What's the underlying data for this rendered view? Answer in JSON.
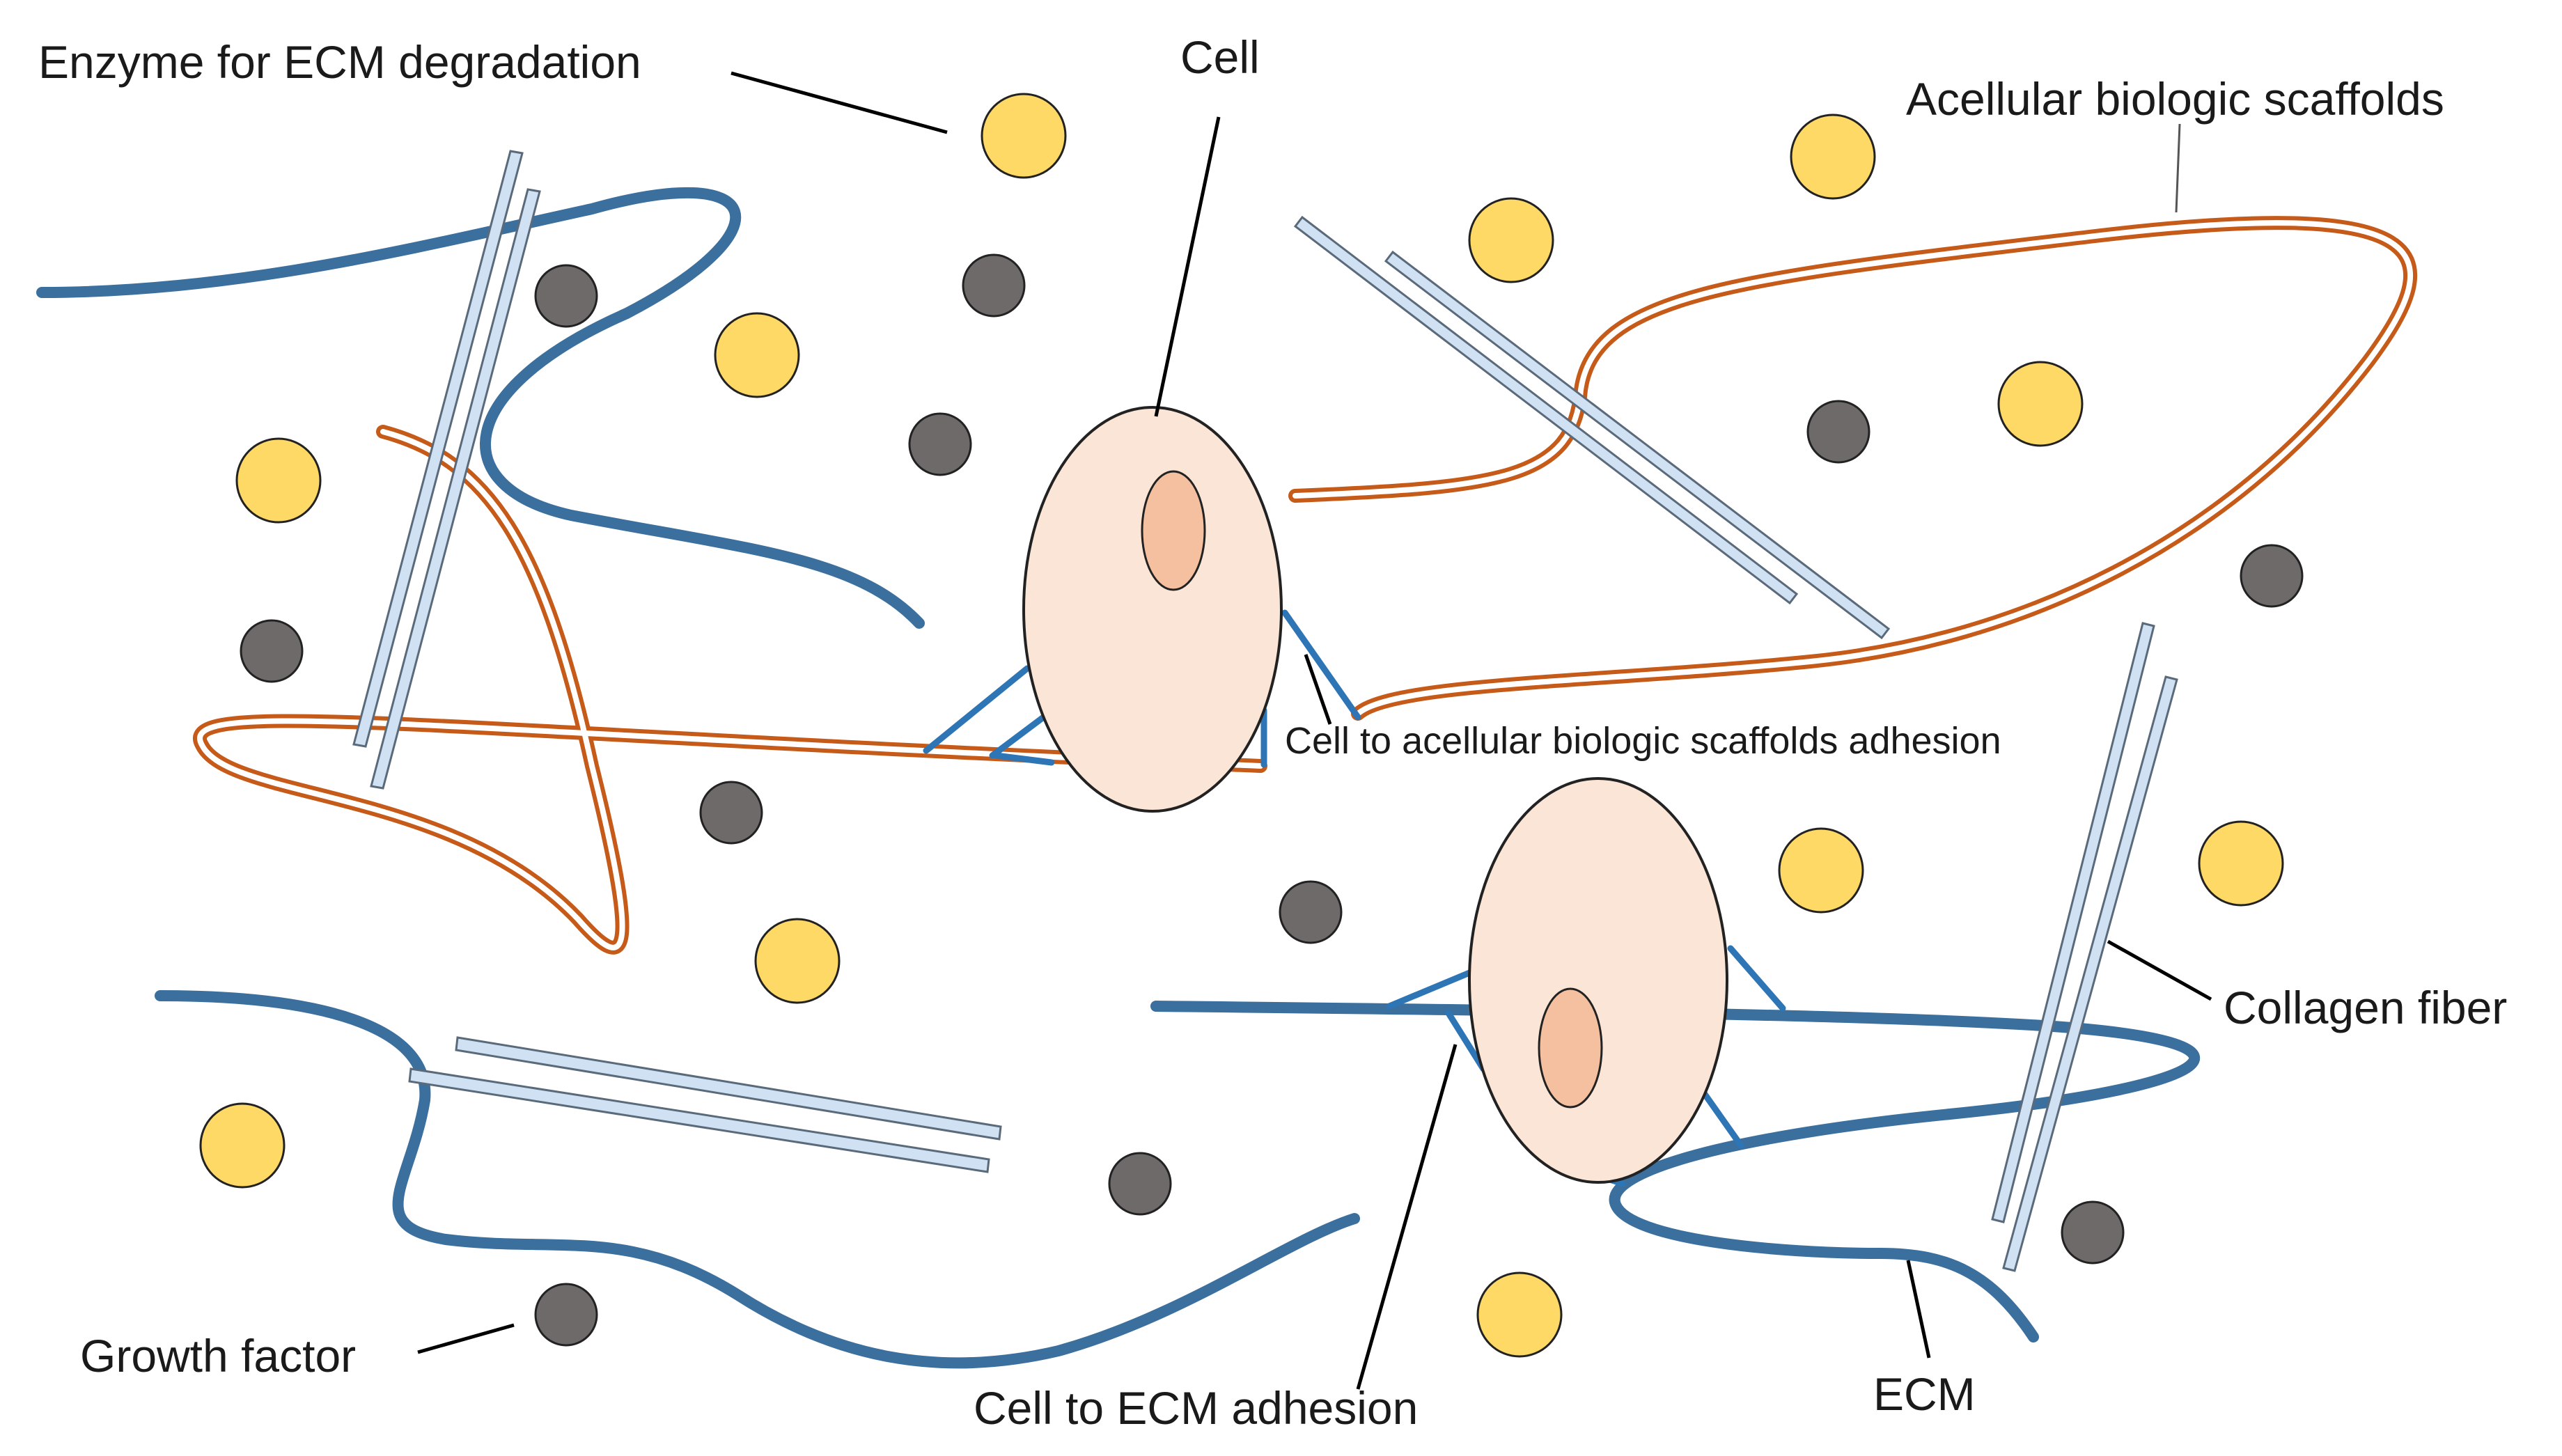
{
  "colors": {
    "ecm": "#3b6f9e",
    "scaffold": "#c65a18",
    "collagen_fill": "#cfe1f2",
    "collagen_stroke": "#5a6a7a",
    "enzyme": "#ffd966",
    "growth_factor": "#6e6a6a",
    "cell_body": "#fbe5d6",
    "cell_nucleus": "#f4c0a0",
    "adhesion": "#2e75b6"
  },
  "labels": {
    "enzyme": "Enzyme for ECM degradation",
    "cell": "Cell",
    "scaffolds": "Acellular biologic scaffolds",
    "scaffold_adhesion": "Cell to acellular biologic scaffolds adhesion",
    "collagen": "Collagen fiber",
    "growth_factor": "Growth factor",
    "ecm_adhesion": "Cell to ECM adhesion",
    "ecm": "ECM"
  }
}
